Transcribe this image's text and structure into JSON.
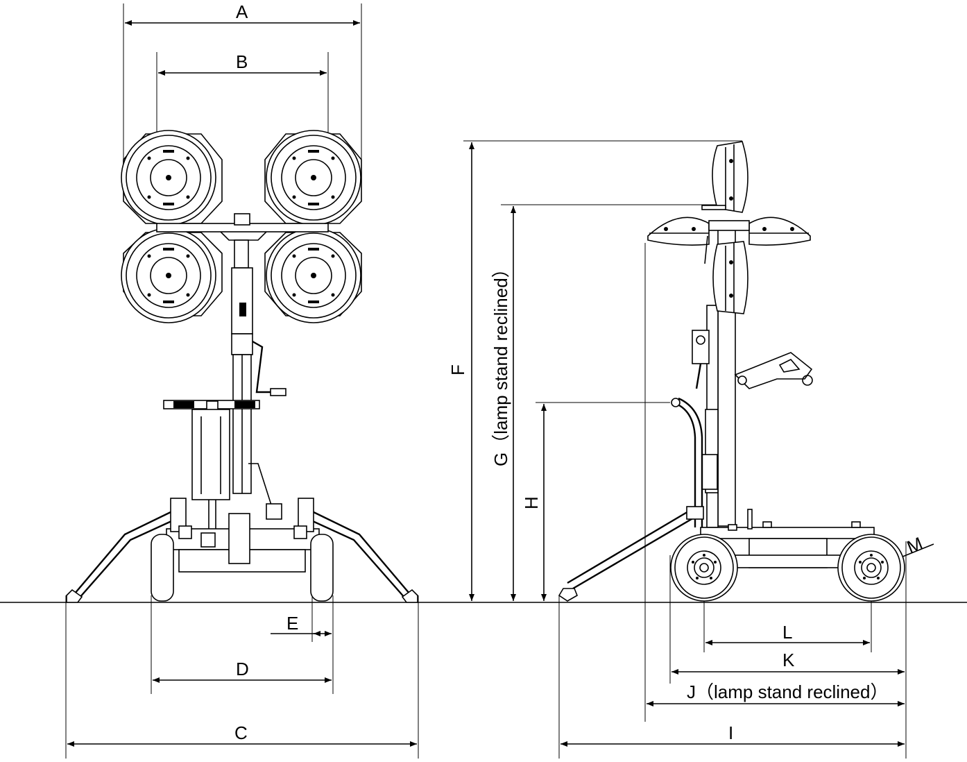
{
  "front_view": {
    "labels": {
      "A": "A",
      "B": "B",
      "C": "C",
      "D": "D",
      "E": "E"
    }
  },
  "side_view": {
    "labels": {
      "F": "F",
      "G": "G（lamp stand reclined）",
      "H": "H",
      "I": "I",
      "J": "J（lamp stand reclined）",
      "K": "K",
      "L": "L",
      "M": "M"
    }
  }
}
